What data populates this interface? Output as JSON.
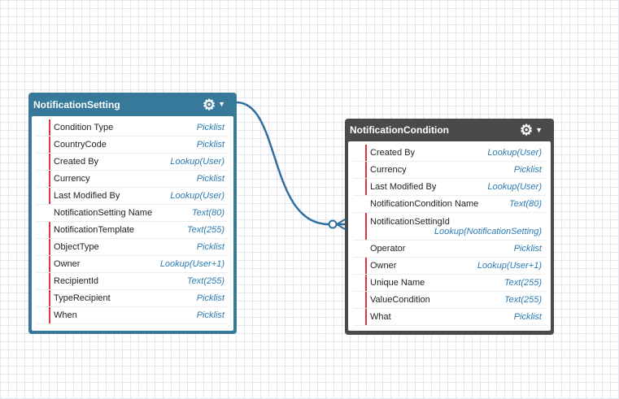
{
  "entities": {
    "setting": {
      "name": "NotificationSetting",
      "header_color": "#36799b",
      "fields": [
        {
          "name": "Condition Type",
          "type": "Picklist",
          "required": true
        },
        {
          "name": "CountryCode",
          "type": "Picklist",
          "required": true
        },
        {
          "name": "Created By",
          "type": "Lookup(User)",
          "required": true
        },
        {
          "name": "Currency",
          "type": "Picklist",
          "required": true
        },
        {
          "name": "Last Modified By",
          "type": "Lookup(User)",
          "required": true
        },
        {
          "name": "NotificationSetting Name",
          "type": "Text(80)",
          "required": false
        },
        {
          "name": "NotificationTemplate",
          "type": "Text(255)",
          "required": true
        },
        {
          "name": "ObjectType",
          "type": "Picklist",
          "required": true
        },
        {
          "name": "Owner",
          "type": "Lookup(User+1)",
          "required": true
        },
        {
          "name": "RecipientId",
          "type": "Text(255)",
          "required": true
        },
        {
          "name": "TypeRecipient",
          "type": "Picklist",
          "required": true
        },
        {
          "name": "When",
          "type": "Picklist",
          "required": true
        }
      ]
    },
    "condition": {
      "name": "NotificationCondition",
      "header_color": "#4a4a4a",
      "fields": [
        {
          "name": "Created By",
          "type": "Lookup(User)",
          "required": true
        },
        {
          "name": "Currency",
          "type": "Picklist",
          "required": true
        },
        {
          "name": "Last Modified By",
          "type": "Lookup(User)",
          "required": true
        },
        {
          "name": "NotificationCondition Name",
          "type": "Text(80)",
          "required": false
        },
        {
          "name": "NotificationSettingId",
          "type": "Lookup(NotificationSetting)",
          "required": true
        },
        {
          "name": "Operator",
          "type": "Picklist",
          "required": false
        },
        {
          "name": "Owner",
          "type": "Lookup(User+1)",
          "required": true
        },
        {
          "name": "Unique Name",
          "type": "Text(255)",
          "required": true
        },
        {
          "name": "ValueCondition",
          "type": "Text(255)",
          "required": true
        },
        {
          "name": "What",
          "type": "Picklist",
          "required": true
        }
      ]
    }
  },
  "icons": {
    "menu": "gear-icon",
    "dropdown": "caret-down-icon"
  },
  "colors": {
    "required_marker": "#d9363e",
    "type_text": "#2a7bb3",
    "connector": "#2f6f9f"
  }
}
